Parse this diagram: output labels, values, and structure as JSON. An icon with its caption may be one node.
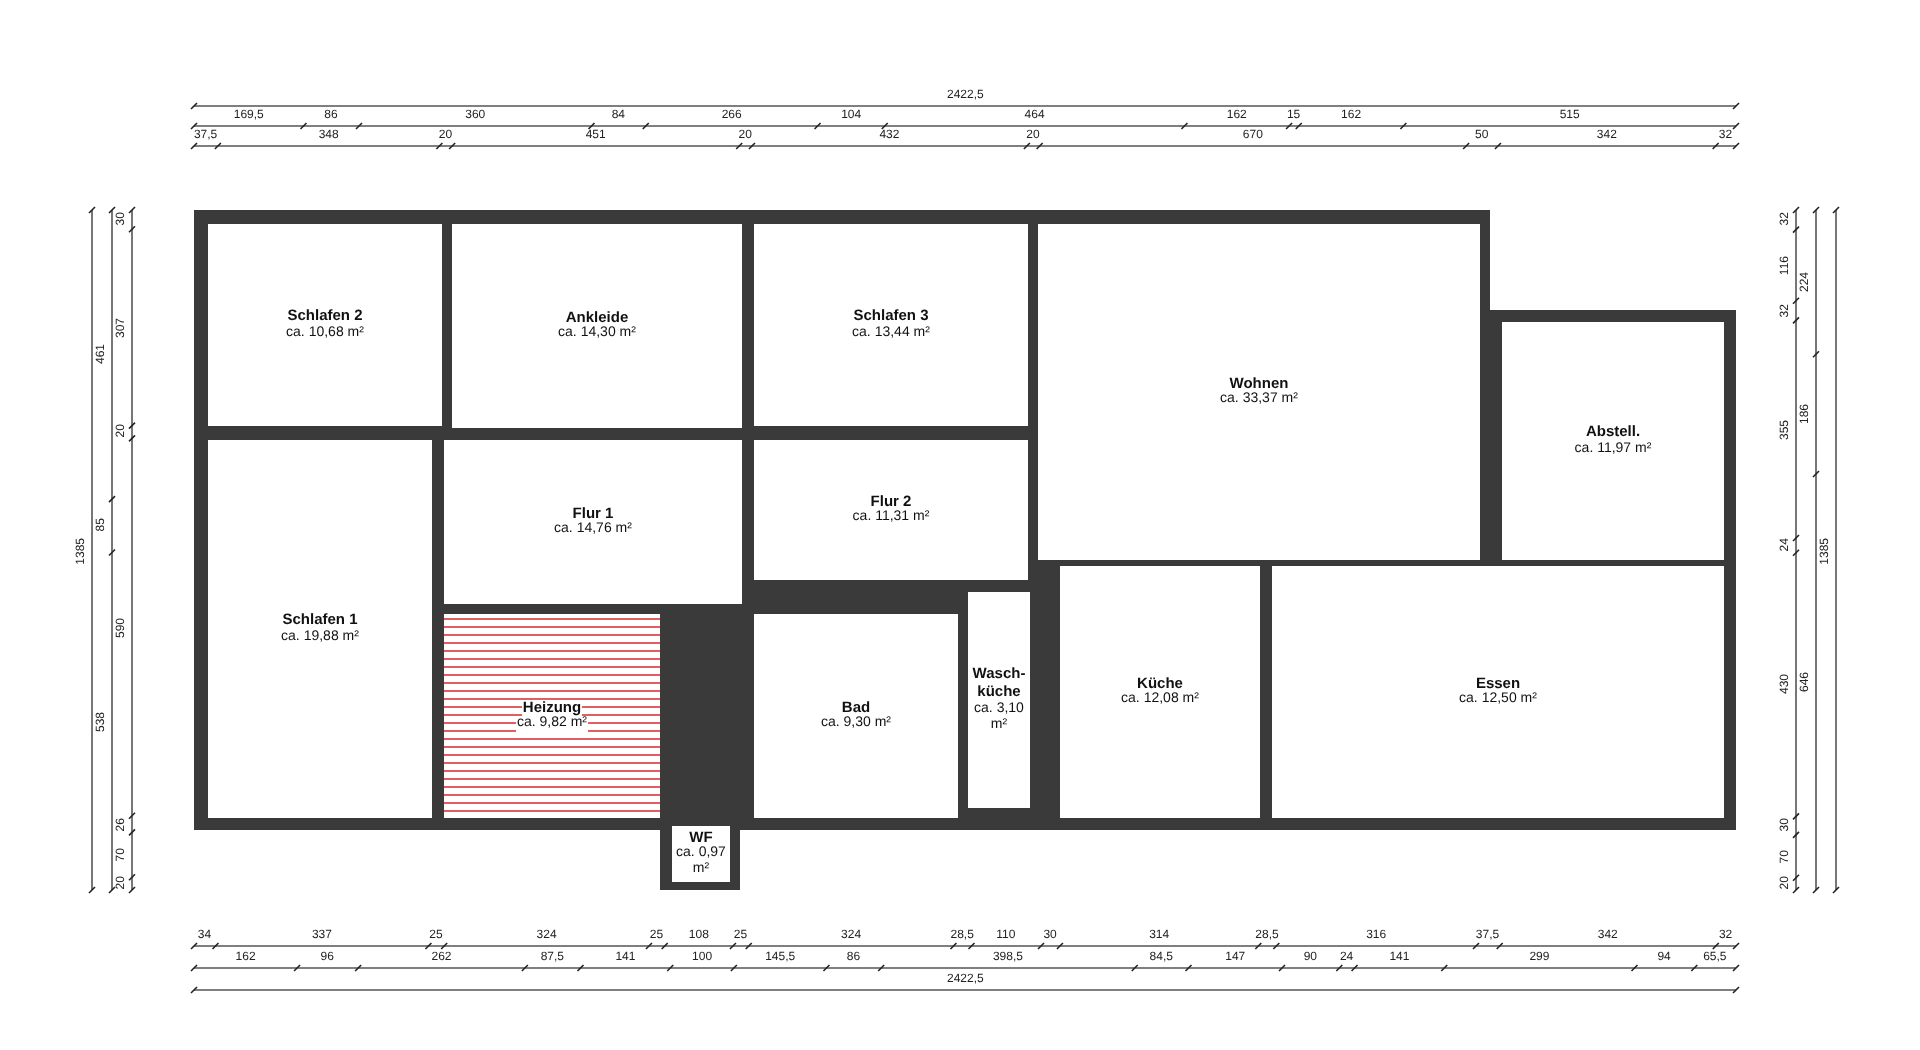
{
  "diagram": {
    "nodes": [
      {
        "text": [
          "Schlafen 2",
          "ca. 10,68 m²"
        ]
      },
      {
        "text": [
          "Ankleide",
          "ca. 14,30 m²"
        ]
      },
      {
        "text": [
          "Schlafen 3",
          "ca. 13,44 m²"
        ]
      },
      {
        "text": [
          "Wohnen",
          "ca. 33,37 m²"
        ]
      },
      {
        "text": [
          "Abstell.",
          "ca. 11,97 m²"
        ]
      },
      {
        "text": [
          "Schlafen 1",
          "ca. 19,88 m²"
        ]
      },
      {
        "text": [
          "Flur 1",
          "ca. 14,76 m²"
        ]
      },
      {
        "text": [
          "Flur 2",
          "ca. 11,31 m²"
        ]
      },
      {
        "text": [
          "Heizung",
          "ca. 9,82 m²"
        ]
      },
      {
        "text": [
          "Bad",
          "ca. 9,30 m²"
        ]
      },
      {
        "text": [
          "Wasch- küche",
          "ca. 3,10 m²"
        ]
      },
      {
        "text": [
          "Küche",
          "ca. 12,08 m²"
        ]
      },
      {
        "text": [
          "Essen",
          "ca. 12,50 m²"
        ]
      },
      {
        "text": [
          "WF",
          "ca. 0,97 m²"
        ]
      }
    ],
    "labels": [
      "2422,5",
      "169,5",
      "86",
      "360",
      "84",
      "266",
      "104",
      "464",
      "162",
      "15",
      "162",
      "515",
      "37,5",
      "348",
      "20",
      "451",
      "20",
      "432",
      "20",
      "670",
      "50",
      "342",
      "32",
      "1385",
      "461",
      "85",
      "538",
      "30",
      "307",
      "20",
      "590",
      "26",
      "70",
      "20",
      "32",
      "116",
      "32",
      "355",
      "24",
      "430",
      "30",
      "70",
      "20",
      "224",
      "186",
      "646",
      "1385",
      "34",
      "337",
      "25",
      "324",
      "25",
      "108",
      "25",
      "324",
      "28,5",
      "110",
      "30",
      "314",
      "28,5",
      "316",
      "37,5",
      "342",
      "32",
      "162",
      "96",
      "262",
      "87,5",
      "141",
      "100",
      "145,5",
      "86",
      "398,5",
      "84,5",
      "147",
      "90",
      "24",
      "141",
      "299",
      "94",
      "65,5",
      "2422,5"
    ]
  }
}
